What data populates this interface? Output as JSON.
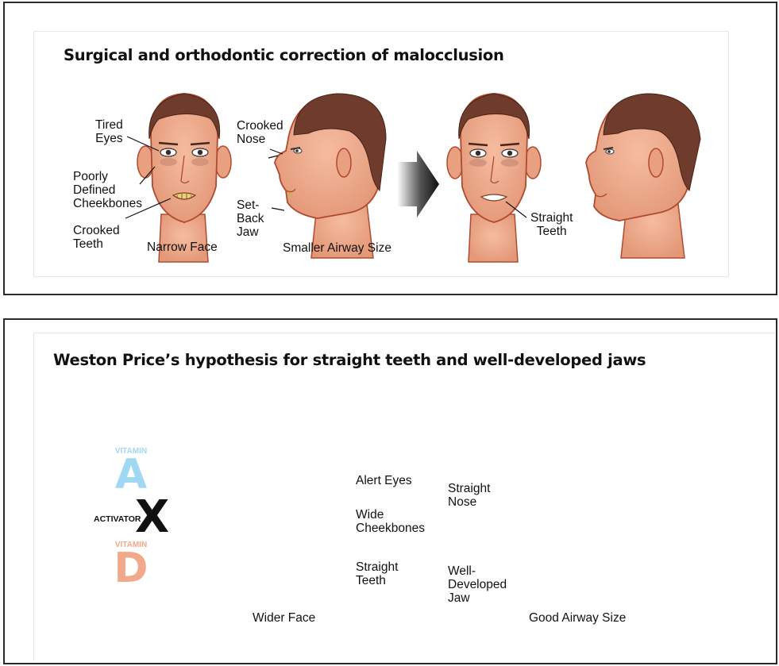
{
  "top": {
    "title": "Surgical and orthodontic correction of malocclusion",
    "labels": {
      "tired_eyes": "Tired\nEyes",
      "cheekbones": "Poorly\nDefined\nCheekbones",
      "crooked_teeth": "Crooked\nTeeth",
      "narrow_face": "Narrow Face",
      "crooked_nose": "Crooked\nNose",
      "set_back_jaw": "Set-\nBack\nJaw",
      "smaller_airway": "Smaller Airway Size",
      "straight_teeth": "Straight\nTeeth"
    }
  },
  "bottom": {
    "title": "Weston Price’s hypothesis for straight teeth and well-developed jaws",
    "badges": {
      "vitamin_a_word": "VITAMIN",
      "vitamin_a_letter": "A",
      "vitamin_d_word": "VITAMIN",
      "vitamin_d_letter": "D",
      "activator_word": "ACTIVATOR",
      "activator_letter": "X"
    },
    "labels": {
      "alert_eyes": "Alert Eyes",
      "wide_cheekbones": "Wide\nCheekbones",
      "straight_teeth": "Straight\nTeeth",
      "wider_face": "Wider Face",
      "straight_nose": "Straight\nNose",
      "well_developed_jaw": "Well-\nDeveloped\nJaw",
      "good_airway": "Good Airway Size"
    }
  },
  "colors": {
    "skin": "#eea98a",
    "skin_shadow": "#d9826a",
    "outline": "#b04a2e",
    "hair": "#6e3b2c",
    "vitamin_a": "#9fd8f2",
    "vitamin_d": "#f2a88a",
    "arrow_dark": "#111111"
  }
}
